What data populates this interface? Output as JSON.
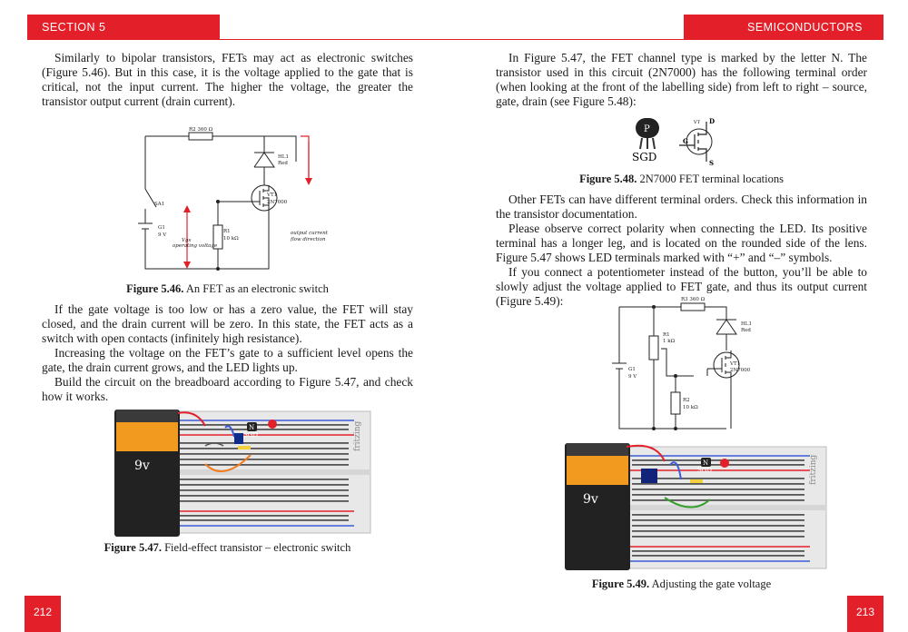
{
  "header": {
    "left": "SECTION 5",
    "right": "SEMICONDUCTORS"
  },
  "left_page": {
    "para1": "Similarly to bipolar transistors, FETs may act as electronic switches (Figure 5.46). But in this case, it is the voltage applied to the gate that is critical, not the input current. The higher the voltage, the greater the transistor output current (drain current).",
    "fig46": {
      "r2": "R2 360 Ω",
      "hl1": "HL1",
      "hl1_color": "Red",
      "vt1": "VT1",
      "vt1_part": "2N7000",
      "sa1": "SA1",
      "g1": "G1",
      "g1_v": "9 V",
      "r1": "R1",
      "r1_v": "10 kΩ",
      "vgs_label": "Vgs",
      "vgs_sub": "operating voltage",
      "flow1": "output current",
      "flow2": "flow direction",
      "caption_num": "Figure 5.46.",
      "caption_text": " An FET as an electronic switch"
    },
    "para2": "If the gate voltage is too low or has a zero value, the FET will stay closed, and the drain current will be zero. In this state, the FET acts as a switch with open contacts (infinitely high resistance).",
    "para3": "Increasing the voltage on the FET’s gate to a sufficient level opens the gate, the drain current grows, and the LED lights up.",
    "para4": "Build the circuit on the breadboard according to Figure 5.47, and check how it works.",
    "fig47": {
      "battery": "9v",
      "brand": "fritzing",
      "labels": "SGD",
      "n": "N",
      "caption_num": "Figure 5.47.",
      "caption_text": " Field-effect transistor – electronic switch"
    },
    "page_number": "212"
  },
  "right_page": {
    "para1": "In Figure 5.47, the FET channel type is marked by the letter N. The transistor used in this circuit (2N7000) has the following terminal order (when looking at the front of the labelling side) from left to right – source, gate, drain (see Figure 5.48):",
    "fig48": {
      "p": "P",
      "sgd": "SGD",
      "vt": "VT",
      "d": "D",
      "g": "G",
      "s": "S",
      "caption_num": "Figure 5.48.",
      "caption_text": " 2N7000 FET terminal locations"
    },
    "para2": "Other FETs can have different terminal orders. Check this information in the transistor documentation.",
    "para3": "Please observe correct polarity when connecting the LED. Its positive terminal has a longer leg, and is located on the rounded side of the lens. Figure 5.47 shows LED terminals marked with “+” and “–” symbols.",
    "para4": "If you connect a potentiometer instead of the button, you’ll be able to slowly adjust the voltage applied to FET gate, and thus its output current (Figure 5.49):",
    "fig49_schematic": {
      "r3": "R3 360 Ω",
      "hl1": "HL1",
      "hl1_color": "Red",
      "r1": "R1",
      "r1_v": "1 kΩ",
      "vt1": "VT1",
      "vt1_part": "2N7000",
      "g1": "G1",
      "g1_v": "9 V",
      "r2": "R2",
      "r2_v": "10 kΩ"
    },
    "fig49": {
      "battery": "9v",
      "brand": "fritzing",
      "labels": "SGD",
      "n": "N",
      "caption_num": "Figure 5.49.",
      "caption_text": " Adjusting the gate voltage"
    },
    "page_number": "213"
  }
}
